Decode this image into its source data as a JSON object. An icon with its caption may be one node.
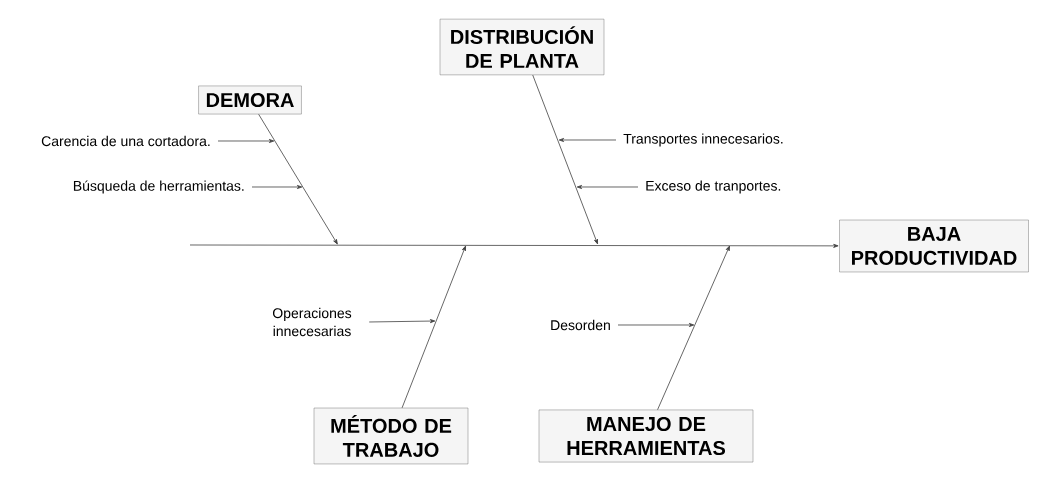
{
  "diagram": {
    "nodes": [
      {
        "text": [
          "DEMORA"
        ]
      },
      {
        "text": [
          "DISTRIBUCIÓN DE PLANTA"
        ]
      },
      {
        "text": [
          "Carencia de una cortadora."
        ]
      },
      {
        "text": [
          "Búsqueda de herramientas."
        ]
      },
      {
        "text": [
          "Transportes innecesarios."
        ]
      },
      {
        "text": [
          "Exceso de tranportes."
        ]
      },
      {
        "text": [
          "BAJA PRODUCTIVIDAD"
        ]
      },
      {
        "text": [
          "Operaciones innecesarias"
        ]
      },
      {
        "text": [
          "Desorden"
        ]
      },
      {
        "text": [
          "MÉTODO DE TRABAJO"
        ]
      },
      {
        "text": [
          "MANEJO DE HERRAMIENTAS"
        ]
      }
    ],
    "edges": [
      {
        "from": 0,
        "to": null,
        "arrow": "to"
      },
      {
        "from": 1,
        "to": null,
        "arrow": "to"
      },
      {
        "from": 2,
        "to": null,
        "arrow": "to"
      },
      {
        "from": 3,
        "to": null,
        "arrow": "to"
      },
      {
        "from": 4,
        "to": null,
        "arrow": "to"
      },
      {
        "from": 5,
        "to": null,
        "arrow": "to"
      },
      {
        "from": null,
        "to": 6,
        "arrow": "to"
      },
      {
        "from": 7,
        "to": null,
        "arrow": "to"
      },
      {
        "from": 8,
        "to": null,
        "arrow": "to"
      },
      {
        "from": 9,
        "to": null,
        "arrow": "to"
      },
      {
        "from": 10,
        "to": null,
        "arrow": "to"
      }
    ]
  }
}
